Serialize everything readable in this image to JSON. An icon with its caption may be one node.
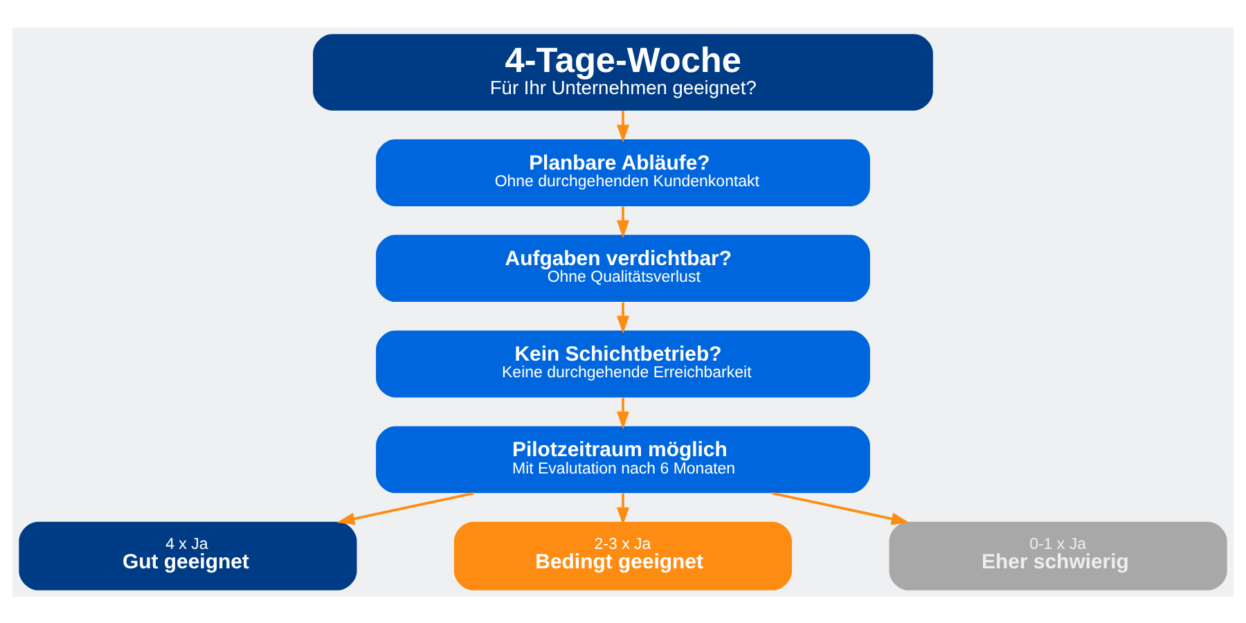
{
  "diagram": {
    "nodes": [
      {
        "text": [
          "4-Tage-Woche",
          "Für Ihr Unternehmen geeignet?"
        ]
      },
      {
        "text": [
          "Planbare Abläufe?",
          "Ohne durchgehenden Kundenkontakt"
        ]
      },
      {
        "text": [
          "Aufgaben verdichtbar?",
          "Ohne Qualitätsverlust"
        ]
      },
      {
        "text": [
          "Kein Schichtbetrieb?",
          "Keine durchgehende Erreichbarkeit"
        ]
      },
      {
        "text": [
          "Pilotzeitraum möglich",
          "Mit Evalutation nach 6 Monaten"
        ]
      },
      {
        "text": [
          "4 x Ja",
          "Gut geeignet"
        ]
      },
      {
        "text": [
          "2-3 x Ja",
          "Bedingt geeignet"
        ]
      },
      {
        "text": [
          "0-1 x Ja",
          "Eher schwierig"
        ]
      }
    ],
    "edges": [
      {
        "from": 0,
        "to": 1,
        "arrow": "to"
      },
      {
        "from": 1,
        "to": 2,
        "arrow": "to"
      },
      {
        "from": 2,
        "to": 3,
        "arrow": "to"
      },
      {
        "from": 3,
        "to": 4,
        "arrow": "to"
      },
      {
        "from": 4,
        "to": 5,
        "arrow": "to"
      },
      {
        "from": 4,
        "to": 6,
        "arrow": "to"
      },
      {
        "from": 4,
        "to": 7,
        "arrow": "to"
      }
    ]
  }
}
